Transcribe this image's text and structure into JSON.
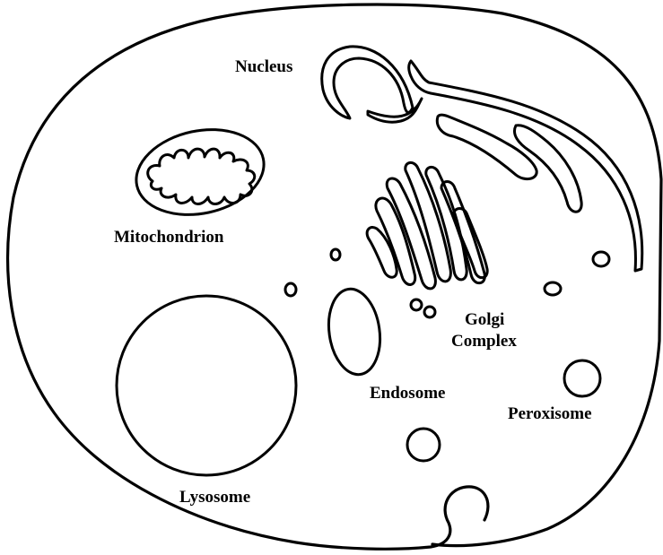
{
  "diagram": {
    "labels": {
      "nucleus": "Nucleus",
      "mitochondrion": "Mitochondrion",
      "lysosome": "Lysosome",
      "endosome": "Endosome",
      "golgi_line1": "Golgi",
      "golgi_line2": "Complex",
      "peroxisome": "Peroxisome"
    },
    "colors": {
      "line": "#000000",
      "background": "#ffffff"
    }
  }
}
